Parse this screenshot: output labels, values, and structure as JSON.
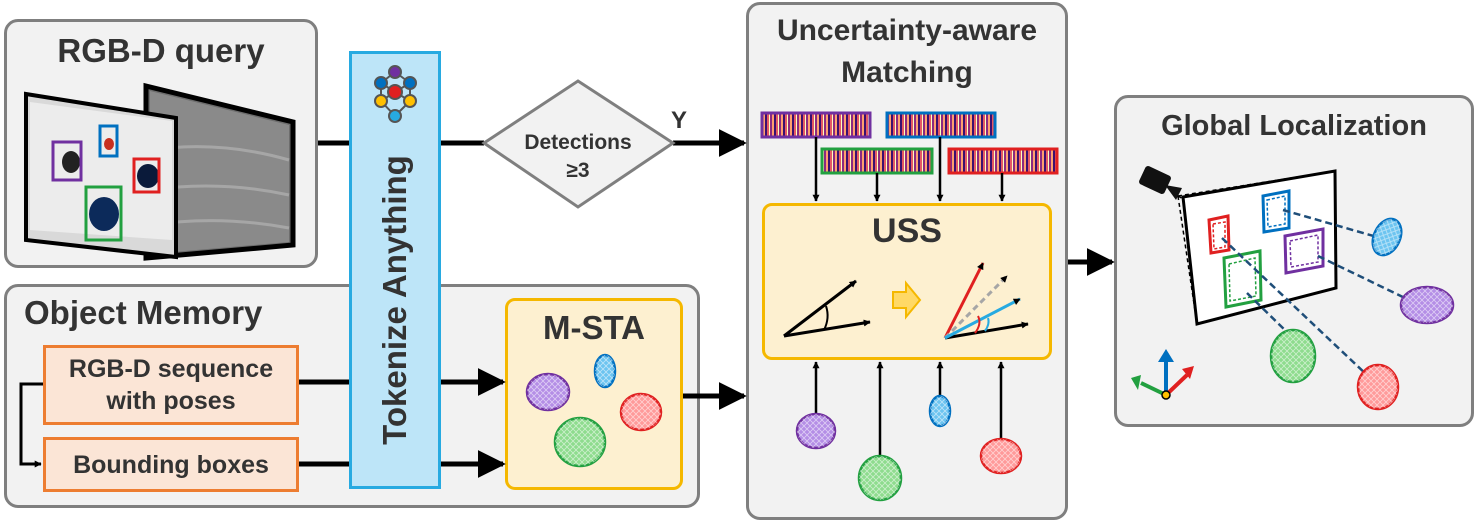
{
  "rgbd_query": {
    "title": "RGB-D query"
  },
  "tokenizer": {
    "label": "Tokenize Anything"
  },
  "decision": {
    "line1": "Detections",
    "line2": "≥3",
    "yes_label": "Y"
  },
  "object_memory": {
    "title": "Object Memory",
    "sequence_line1": "RGB-D sequence",
    "sequence_line2": "with poses",
    "bboxes_label": "Bounding boxes",
    "msta_label": "M-STA"
  },
  "matching": {
    "title_line1": "Uncertainty-aware",
    "title_line2": "Matching",
    "uss_label": "USS"
  },
  "localization": {
    "title": "Global Localization"
  },
  "colors": {
    "panel_fill": "#f2f2f2",
    "panel_border": "#7f7f7f",
    "token_fill": "#bde5f8",
    "token_border": "#27aae1",
    "orange_fill": "#fbe5d6",
    "orange_border": "#ed7d31",
    "yellow_fill": "#fdf0d0",
    "yellow_border": "#f5b800",
    "purple": "#7030a0",
    "blue": "#0070c0",
    "red": "#e02020",
    "green": "#22a040"
  }
}
